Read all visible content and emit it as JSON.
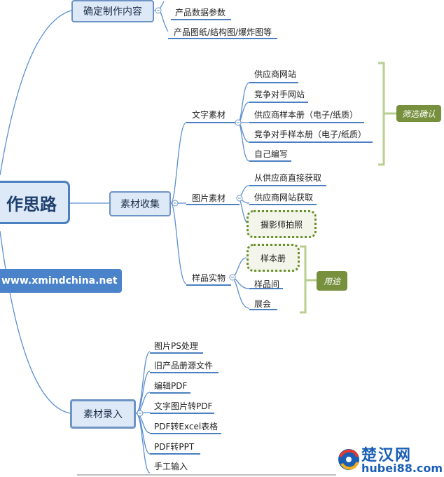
{
  "central": {
    "label": "作思路"
  },
  "url": {
    "text": "www.xmindchina.net"
  },
  "branches": {
    "content": {
      "label": "确定制作内容",
      "children": [
        "产品数据参数",
        "产品图纸/结构图/爆炸图等"
      ]
    },
    "collect": {
      "label": "素材收集",
      "text_material": {
        "label": "文字素材",
        "children": [
          "供应商网站",
          "竞争对手网站",
          "供应商样本册（电子/纸质）",
          "竞争对手样本册（电子/纸质）",
          "自己编写"
        ],
        "tag": "筛选确认"
      },
      "image_material": {
        "label": "图片素材",
        "children": [
          "从供应商直接获取",
          "供应商网站获取",
          "摄影师拍照"
        ]
      },
      "sample_material": {
        "label": "样品实物",
        "children": [
          "样本册",
          "样品间",
          "展会"
        ],
        "tag": "用途"
      }
    },
    "entry": {
      "label": "素材录入",
      "children": [
        "图片PS处理",
        "旧产品册源文件",
        "编辑PDF",
        "文字图片转PDF",
        "PDF转Excel表格",
        "PDF转PPT",
        "手工输入"
      ]
    }
  },
  "watermark": {
    "cn": "楚汉网",
    "en": "hubei88.com"
  },
  "colors": {
    "line": "#5b8fd1",
    "underline": "#4a7fc0",
    "bracket": "#b9cf8e",
    "tag": "#77903e",
    "url_bg": "#4a83c9"
  }
}
